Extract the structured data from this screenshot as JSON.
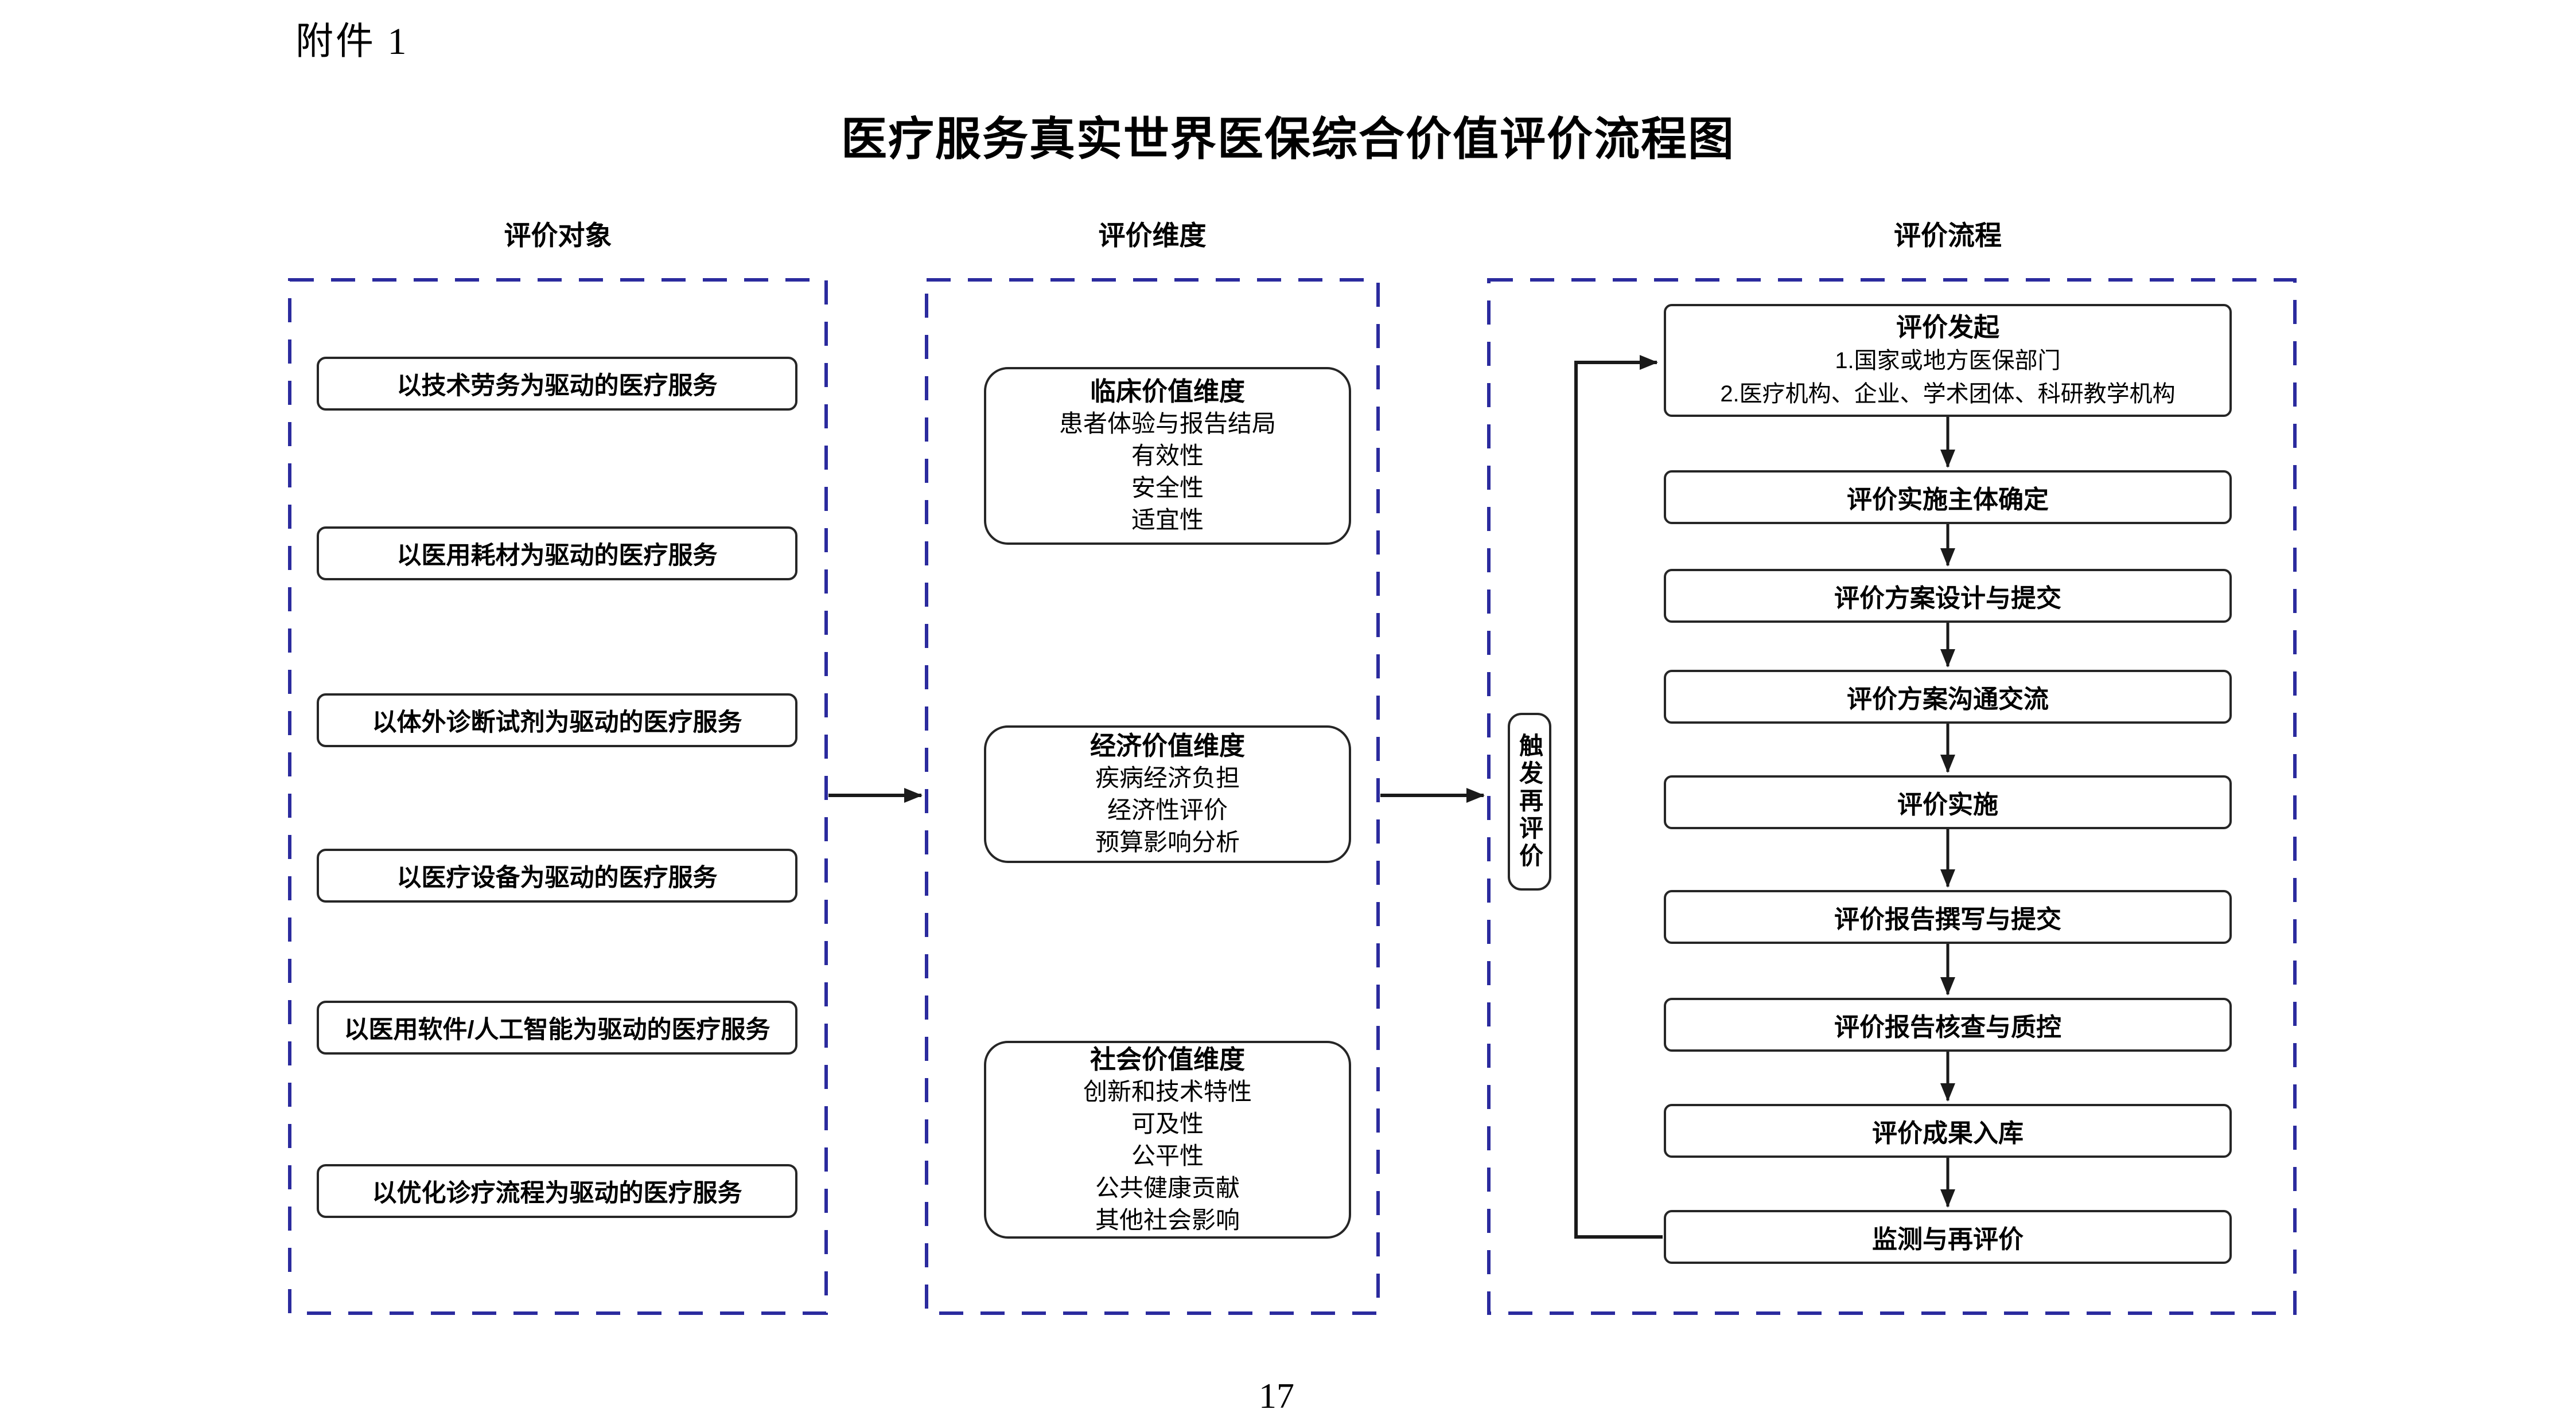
{
  "page": {
    "attachment_label": "附件 1",
    "title": "医疗服务真实世界医保综合价值评价流程图",
    "page_number": "17"
  },
  "columns": {
    "objects": {
      "header": "评价对象",
      "boxes": [
        {
          "label": "以技术劳务为驱动的医疗服务"
        },
        {
          "label": "以医用耗材为驱动的医疗服务"
        },
        {
          "label": "以体外诊断试剂为驱动的医疗服务"
        },
        {
          "label": "以医疗设备为驱动的医疗服务"
        },
        {
          "label": "以医用软件/人工智能为驱动的医疗服务"
        },
        {
          "label": "以优化诊疗流程为驱动的医疗服务"
        }
      ]
    },
    "dimensions": {
      "header": "评价维度",
      "boxes": [
        {
          "title": "临床价值维度",
          "lines": [
            "患者体验与报告结局",
            "有效性",
            "安全性",
            "适宜性"
          ]
        },
        {
          "title": "经济价值维度",
          "lines": [
            "疾病经济负担",
            "经济性评价",
            "预算影响分析"
          ]
        },
        {
          "title": "社会价值维度",
          "lines": [
            "创新和技术特性",
            "可及性",
            "公平性",
            "公共健康贡献",
            "其他社会影响"
          ]
        }
      ]
    },
    "process": {
      "header": "评价流程",
      "steps": [
        {
          "title": "评价发起",
          "lines": [
            "1.国家或地方医保部门",
            "2.医疗机构、企业、学术团体、科研教学机构"
          ]
        },
        {
          "title": "评价实施主体确定"
        },
        {
          "title": "评价方案设计与提交"
        },
        {
          "title": "评价方案沟通交流"
        },
        {
          "title": "评价实施"
        },
        {
          "title": "评价报告撰写与提交"
        },
        {
          "title": "评价报告核查与质控"
        },
        {
          "title": "评价成果入库"
        },
        {
          "title": "监测与再评价"
        }
      ],
      "feedback_label": "触发再评价"
    }
  },
  "colors": {
    "panel_border": "#2b2b9e",
    "box_border": "#262626",
    "arrow": "#1a1a1a",
    "background": "#ffffff",
    "text": "#000000"
  }
}
